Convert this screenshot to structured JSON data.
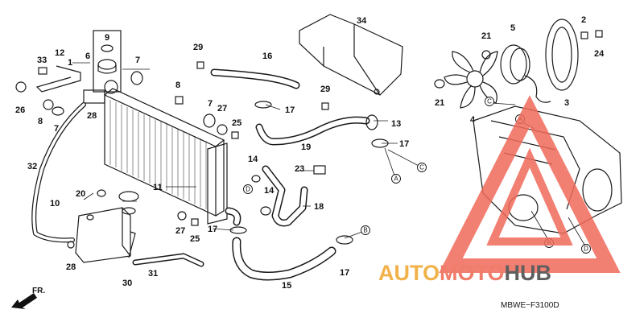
{
  "diagram": {
    "callouts": [
      {
        "id": "p1",
        "text": "1"
      },
      {
        "id": "p2",
        "text": "2"
      },
      {
        "id": "p3",
        "text": "3"
      },
      {
        "id": "p4",
        "text": "4"
      },
      {
        "id": "p5",
        "text": "5"
      },
      {
        "id": "p6",
        "text": "6"
      },
      {
        "id": "p7a",
        "text": "7"
      },
      {
        "id": "p7b",
        "text": "7"
      },
      {
        "id": "p7c",
        "text": "7"
      },
      {
        "id": "p8a",
        "text": "8"
      },
      {
        "id": "p8b",
        "text": "8"
      },
      {
        "id": "p9",
        "text": "9"
      },
      {
        "id": "p10",
        "text": "10"
      },
      {
        "id": "p11",
        "text": "11"
      },
      {
        "id": "p12",
        "text": "12"
      },
      {
        "id": "p13",
        "text": "13"
      },
      {
        "id": "p14a",
        "text": "14"
      },
      {
        "id": "p14b",
        "text": "14"
      },
      {
        "id": "p15",
        "text": "15"
      },
      {
        "id": "p16",
        "text": "16"
      },
      {
        "id": "p17a",
        "text": "17"
      },
      {
        "id": "p17b",
        "text": "17"
      },
      {
        "id": "p17c",
        "text": "17"
      },
      {
        "id": "p17d",
        "text": "17"
      },
      {
        "id": "p18",
        "text": "18"
      },
      {
        "id": "p19",
        "text": "19"
      },
      {
        "id": "p20",
        "text": "20"
      },
      {
        "id": "p21a",
        "text": "21"
      },
      {
        "id": "p21b",
        "text": "21"
      },
      {
        "id": "p23",
        "text": "23"
      },
      {
        "id": "p24",
        "text": "24"
      },
      {
        "id": "p25a",
        "text": "25"
      },
      {
        "id": "p25b",
        "text": "25"
      },
      {
        "id": "p26",
        "text": "26"
      },
      {
        "id": "p27a",
        "text": "27"
      },
      {
        "id": "p27b",
        "text": "27"
      },
      {
        "id": "p28a",
        "text": "28"
      },
      {
        "id": "p28b",
        "text": "28"
      },
      {
        "id": "p29a",
        "text": "29"
      },
      {
        "id": "p29b",
        "text": "29"
      },
      {
        "id": "p30",
        "text": "30"
      },
      {
        "id": "p31",
        "text": "31"
      },
      {
        "id": "p32",
        "text": "32"
      },
      {
        "id": "p33",
        "text": "33"
      },
      {
        "id": "p34",
        "text": "34"
      }
    ],
    "connectors": [
      {
        "id": "cA1",
        "text": "A"
      },
      {
        "id": "cC1",
        "text": "C"
      },
      {
        "id": "cD1",
        "text": "D"
      },
      {
        "id": "cB1",
        "text": "B"
      },
      {
        "id": "cC2",
        "text": "C"
      },
      {
        "id": "cA2",
        "text": "A"
      },
      {
        "id": "cB2",
        "text": "B"
      },
      {
        "id": "cD2",
        "text": "D"
      }
    ],
    "front_arrow_label": "FR.",
    "drawing_code": "MBWE−F3100",
    "drawing_code_suffix": "D"
  },
  "watermark": {
    "part1": "AUTO",
    "part2": "MOTO",
    "part3": "HUB",
    "colors": {
      "auto": "#f2b24a",
      "moto": "#f07c6a",
      "hub": "#5f5f5f",
      "triangle": "#f06a5a"
    }
  }
}
